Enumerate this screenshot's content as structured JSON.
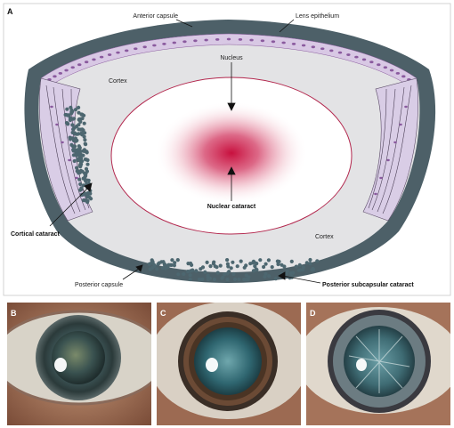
{
  "panels": {
    "a": "A",
    "b": "B",
    "c": "C",
    "d": "D"
  },
  "labels": {
    "anterior_capsule": "Anterior capsule",
    "lens_epithelium": "Lens epithelium",
    "nucleus": "Nucleus",
    "cortex_top": "Cortex",
    "cortex_bottom": "Cortex",
    "cortical_cataract": "Cortical cataract",
    "nuclear_cataract": "Nuclear cataract",
    "posterior_capsule": "Posterior capsule",
    "posterior_subcapsular_cataract": "Posterior subcapsular cataract"
  },
  "colors": {
    "capsule": "#4d6068",
    "cortex": "#e3e3e5",
    "epithelium_cell": "#d8c8e4",
    "epithelium_nucleus": "#8a5a9e",
    "nucleus_core": "#c8103e",
    "opacity_dots": "#4d6770"
  }
}
